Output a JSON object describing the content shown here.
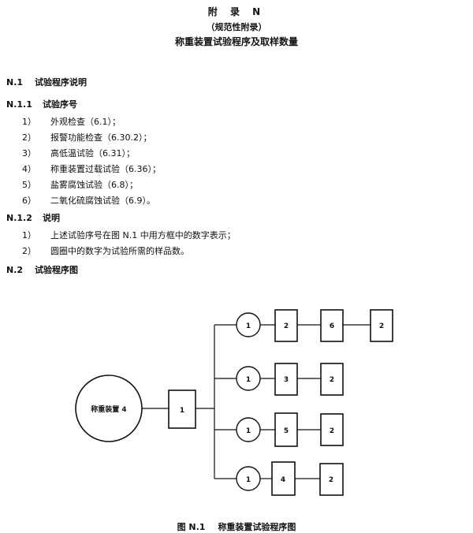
{
  "header": {
    "appendix": "附 录 N",
    "normative": "（规范性附录）",
    "title": "称重装置试验程序及取样数量"
  },
  "section_n1": {
    "number": "N.1",
    "title": "试验程序说明"
  },
  "section_n11": {
    "number": "N.1.1",
    "title": "试验序号"
  },
  "sequence_items": [
    {
      "index": "1）",
      "text": "外观检查（6.1）；"
    },
    {
      "index": "2）",
      "text": "报警功能检查（6.30.2）；"
    },
    {
      "index": "3）",
      "text": "高低温试验（6.31）；"
    },
    {
      "index": "4）",
      "text": "称重装置过载试验（6.36）；"
    },
    {
      "index": "5）",
      "text": "盐雾腐蚀试验（6.8）；"
    },
    {
      "index": "6）",
      "text": "二氧化硫腐蚀试验（6.9）。"
    }
  ],
  "section_n12": {
    "number": "N.1.2",
    "title": "说明"
  },
  "notes": [
    {
      "index": "1）",
      "text": "上述试验序号在图 N.1 中用方框中的数字表示；"
    },
    {
      "index": "2）",
      "text": "圆圈中的数字为试验所需的样品数。"
    }
  ],
  "section_n2": {
    "number": "N.2",
    "title": "试验程序图"
  },
  "diagram": {
    "source_label": "称重装置 4",
    "root_box": "1",
    "branches": [
      {
        "circle": "1",
        "boxes": [
          "2",
          "6",
          "2"
        ]
      },
      {
        "circle": "1",
        "boxes": [
          "3",
          "2"
        ]
      },
      {
        "circle": "1",
        "boxes": [
          "5",
          "2"
        ]
      },
      {
        "circle": "1",
        "boxes": [
          "4",
          "2"
        ]
      }
    ]
  },
  "caption": {
    "figure": "图 N.1",
    "title": "称重装置试验程序图"
  }
}
